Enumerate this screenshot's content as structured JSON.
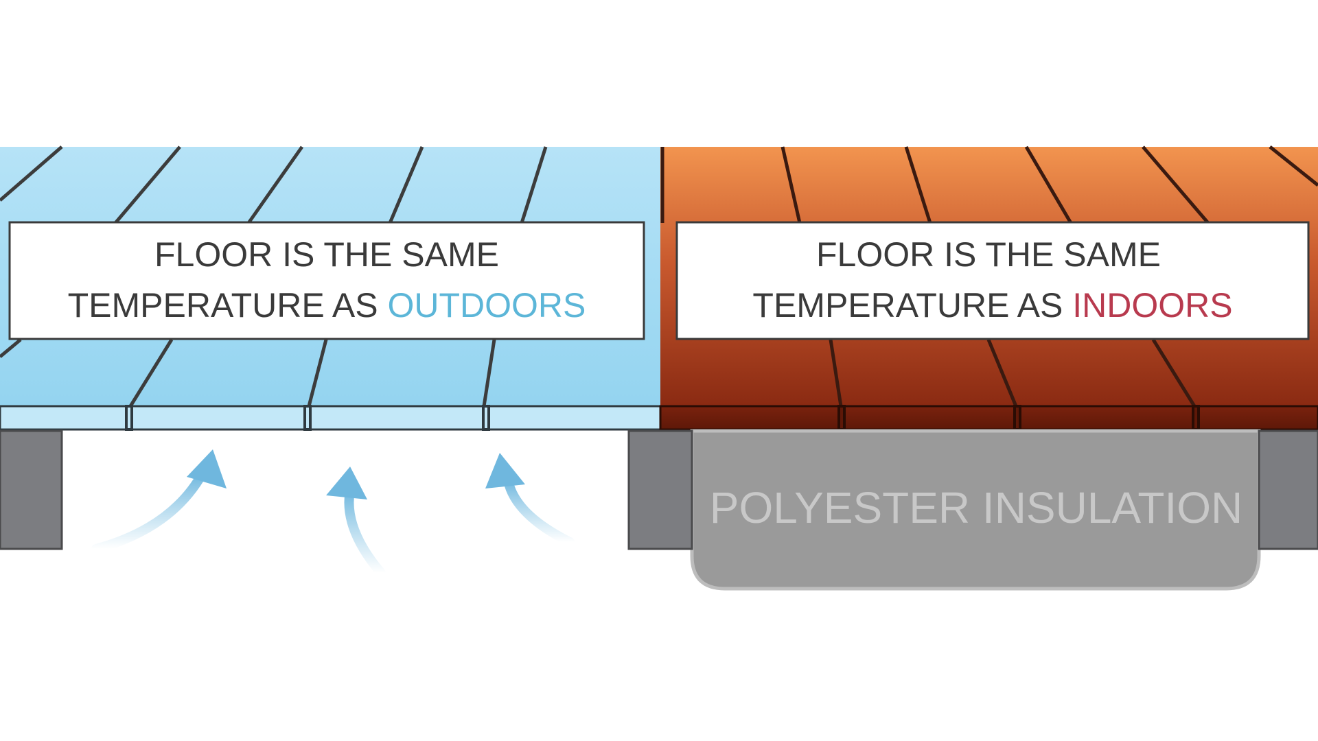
{
  "left_panel": {
    "line1": "FLOOR IS THE SAME",
    "line2_prefix": "TEMPERATURE AS ",
    "line2_highlight": "OUTDOORS",
    "highlight_color": "#5cb6d8"
  },
  "right_panel": {
    "line1": "FLOOR IS THE SAME",
    "line2_prefix": "TEMPERATURE AS ",
    "line2_highlight": "INDOORS",
    "highlight_color": "#b83a4e"
  },
  "insulation": {
    "label": "POLYESTER INSULATION"
  },
  "colors": {
    "cold_floor_light": "#b4e2f6",
    "cold_floor_dark": "#92d3ef",
    "warm_floor_top": "#f0924f",
    "warm_floor_bottom": "#8e2c14",
    "joist_gray": "#7c7d81",
    "insulation_gray": "#9a9a9a",
    "text_dark": "#3a3a3a",
    "arrow_blue": "#7fc1e3"
  },
  "icons": {
    "cold_air_arrows": "curved-arrow-up-icon"
  }
}
